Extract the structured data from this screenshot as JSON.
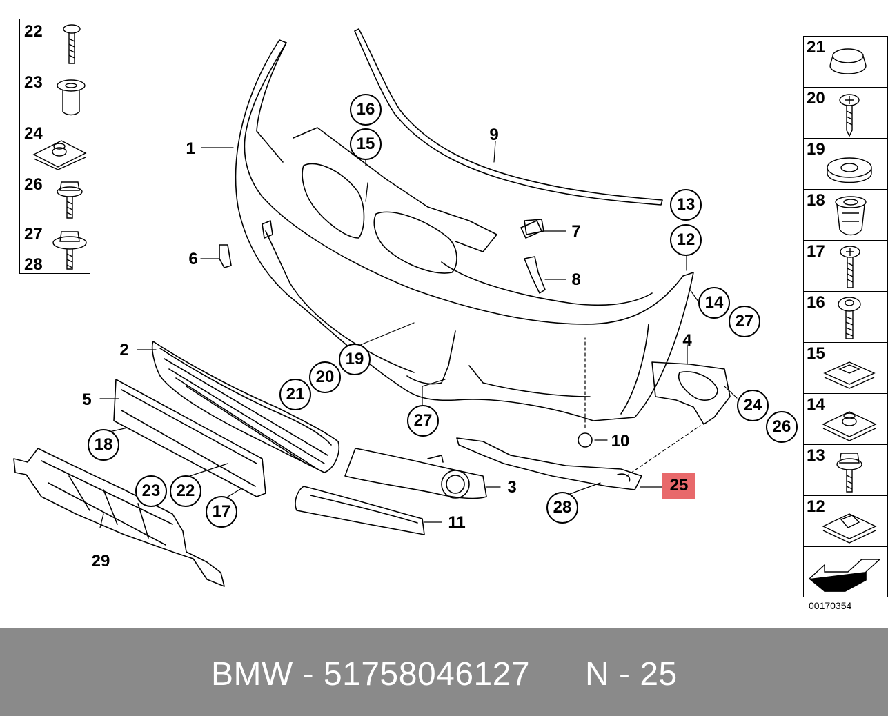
{
  "footer": {
    "brand_part": "BMW - 51758046127",
    "position": "N - 25"
  },
  "catalog_number": "00170354",
  "left_legend": [
    "22",
    "23",
    "24",
    "26",
    "27",
    "28"
  ],
  "right_legend": [
    "21",
    "20",
    "19",
    "18",
    "17",
    "16",
    "15",
    "14",
    "13",
    "12"
  ],
  "callouts": {
    "c1": "1",
    "c2": "2",
    "c3": "3",
    "c4": "4",
    "c5": "5",
    "c6": "6",
    "c7": "7",
    "c8": "8",
    "c9": "9",
    "c10": "10",
    "c11": "11",
    "c12": "12",
    "c13": "13",
    "c14": "14",
    "c15": "15",
    "c16": "16",
    "c17": "17",
    "c18": "18",
    "c19": "19",
    "c20": "20",
    "c21": "21",
    "c22": "22",
    "c23": "23",
    "c24": "24",
    "c25": "25",
    "c26": "26",
    "c27a": "27",
    "c27b": "27",
    "c28": "28",
    "c29": "29"
  },
  "colors": {
    "highlight": "#e8696b",
    "footer_bg": "#8a8a8a",
    "footer_text": "#ffffff"
  }
}
